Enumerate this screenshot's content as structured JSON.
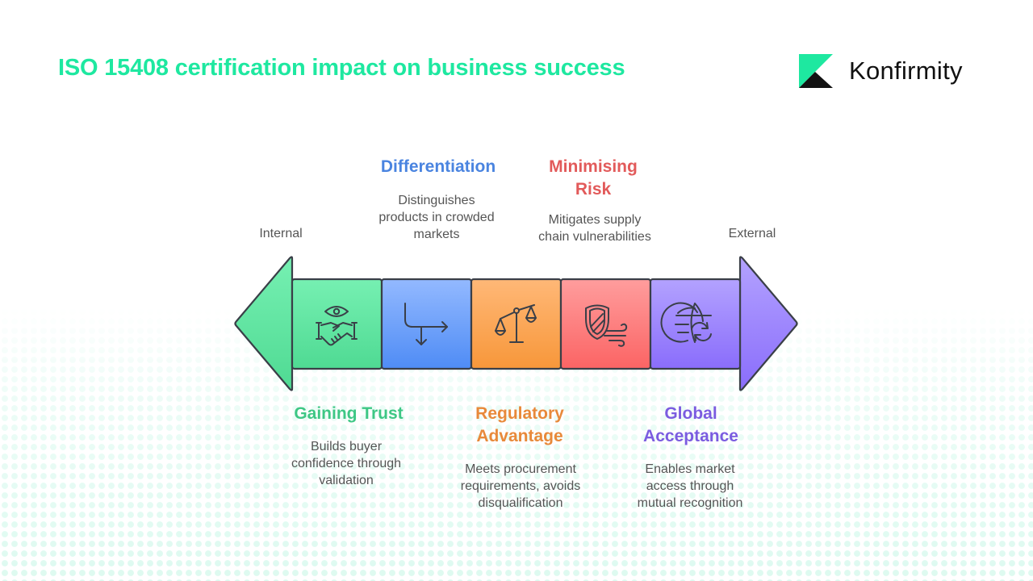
{
  "title": "ISO 15408 certification impact on business success",
  "logo": {
    "name": "Konfirmity",
    "icon": "konfirmity-k-logo",
    "colors": {
      "accent": "#1ee8a0",
      "dark": "#121212"
    }
  },
  "axis": {
    "left": "Internal",
    "right": "External"
  },
  "segments": [
    {
      "label": "Gaining Trust",
      "description_lines": [
        "Builds buyer",
        "confidence through",
        "validation"
      ],
      "icon": "handshake-eye-icon",
      "position": "bottom",
      "color": "#3ec785",
      "fill_top": "#76f0b2",
      "fill_bottom": "#4fda93"
    },
    {
      "label": "Differentiation",
      "description_lines": [
        "Distinguishes",
        "products in crowded",
        "markets"
      ],
      "icon": "split-arrow-icon",
      "position": "top",
      "color": "#4a84e0",
      "fill_top": "#93b9ff",
      "fill_bottom": "#4f8cf5"
    },
    {
      "label_lines": [
        "Regulatory",
        "Advantage"
      ],
      "description_lines": [
        "Meets procurement",
        "requirements, avoids",
        "disqualification"
      ],
      "icon": "scales-icon",
      "position": "bottom",
      "color": "#e8893a",
      "fill_top": "#ffb877",
      "fill_bottom": "#f7973a"
    },
    {
      "label_lines": [
        "Minimising",
        "Risk"
      ],
      "description_lines": [
        "Mitigates supply",
        "chain vulnerabilities"
      ],
      "icon": "shield-wind-icon",
      "position": "top",
      "color": "#e25a5a",
      "fill_top": "#ff9d9d",
      "fill_bottom": "#fb6464"
    },
    {
      "label_lines": [
        "Global",
        "Acceptance"
      ],
      "description_lines": [
        "Enables market",
        "access through",
        "mutual recognition"
      ],
      "icon": "globe-refresh-icon",
      "position": "bottom",
      "color": "#7b5ce0",
      "fill_top": "#b3a2ff",
      "fill_bottom": "#8a6dfb"
    }
  ],
  "arrow": {
    "left_color": "#5bde9a",
    "right_color": "#9a85ff",
    "stroke": "#3a3f48"
  }
}
